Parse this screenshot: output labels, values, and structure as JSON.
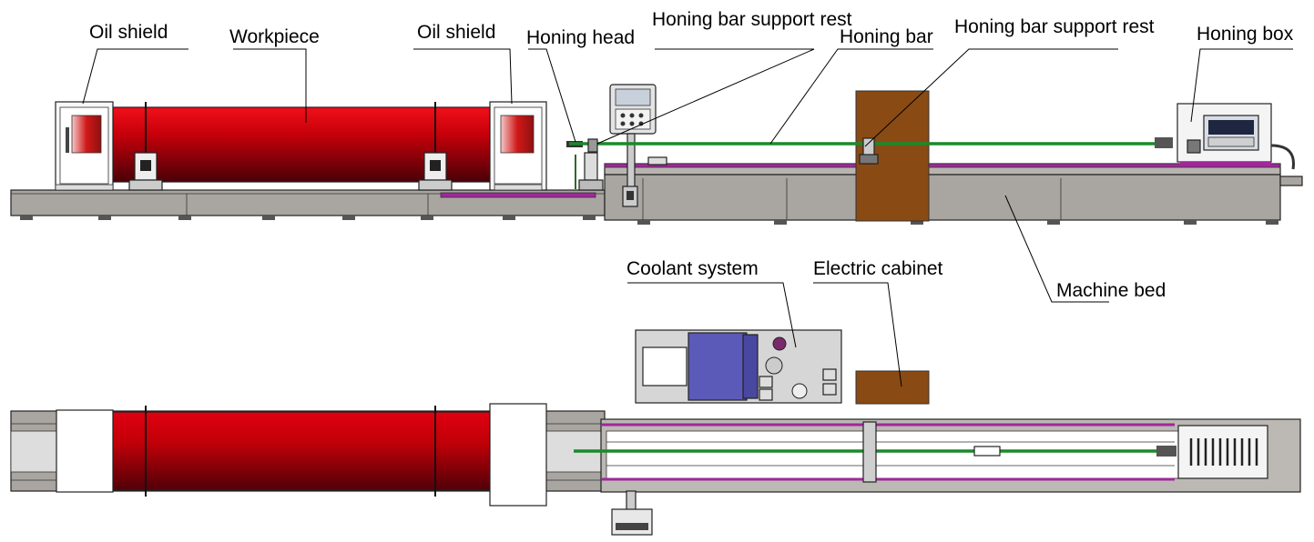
{
  "title": "",
  "labels": {
    "oil_shield_left": "Oil shield",
    "workpiece": "Workpiece",
    "oil_shield_right": "Oil shield",
    "honing_head": "Honing head",
    "support_rest_1": "Honing bar support rest",
    "honing_bar": "Honing bar",
    "support_rest_2": "Honing bar support rest",
    "honing_box": "Honing box",
    "machine_bed": "Machine bed",
    "coolant_system": "Coolant system",
    "electric_cabinet": "Electric cabinet"
  },
  "colors": {
    "workpiece": "#c8000a",
    "workpiece_dark": "#4a0008",
    "bed": "#a9a5a1",
    "honing_bar": "#1a8a2a",
    "rail": "#a0289a",
    "cabinet": "#8a4a14",
    "coolant": "#5c5ab8"
  }
}
